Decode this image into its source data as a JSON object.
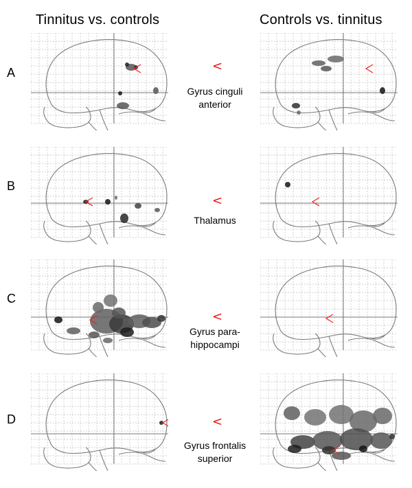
{
  "figure": {
    "column_headers": {
      "left": "Tinnitus vs. controls",
      "right": "Controls vs. tinnitus"
    },
    "arrow_symbol": "<",
    "rows": [
      {
        "label": "A",
        "region_lines": [
          "Gyrus cinguli",
          "anterior"
        ]
      },
      {
        "label": "B",
        "region_lines": [
          "Thalamus"
        ]
      },
      {
        "label": "C",
        "region_lines": [
          "Gyrus para-",
          "hippocampi"
        ]
      },
      {
        "label": "D",
        "region_lines": [
          "Gyrus frontalis",
          "superior"
        ]
      }
    ]
  }
}
